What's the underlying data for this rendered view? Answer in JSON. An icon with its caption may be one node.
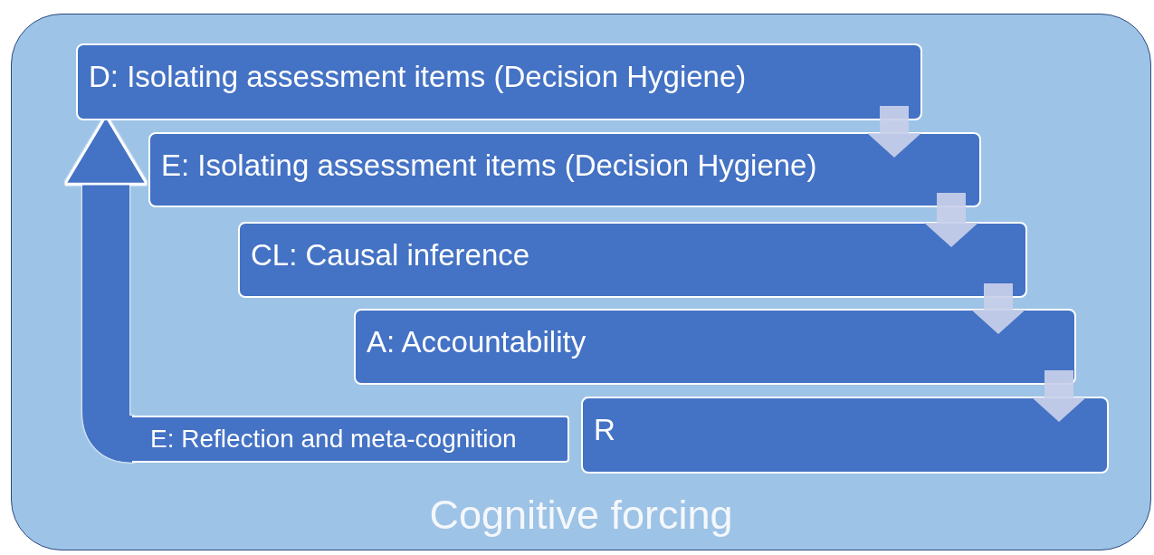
{
  "diagram": {
    "nodes": [
      {
        "text": [
          "Cognitive forcing"
        ]
      },
      {
        "text": [
          "D: Isolating assessment items (Decision Hygiene)"
        ],
        "in": 0
      },
      {
        "text": [
          "E: Isolating assessment items (Decision Hygiene)"
        ],
        "in": 0
      },
      {
        "text": [
          "CL: Causal inference"
        ],
        "in": 0
      },
      {
        "text": [
          "A: Accountability"
        ],
        "in": 0
      },
      {
        "text": [
          "R"
        ],
        "in": 0
      },
      {
        "text": [
          "E: Reflection and meta-cognition"
        ],
        "in": 0
      }
    ],
    "edges": [
      {
        "from": 1,
        "to": 2,
        "arrow": "to"
      },
      {
        "from": 2,
        "to": 3,
        "arrow": "to"
      },
      {
        "from": 3,
        "to": 4,
        "arrow": "to"
      },
      {
        "from": 4,
        "to": 5,
        "arrow": "to"
      },
      {
        "from": 6,
        "to": 1,
        "arrow": "to"
      }
    ]
  }
}
